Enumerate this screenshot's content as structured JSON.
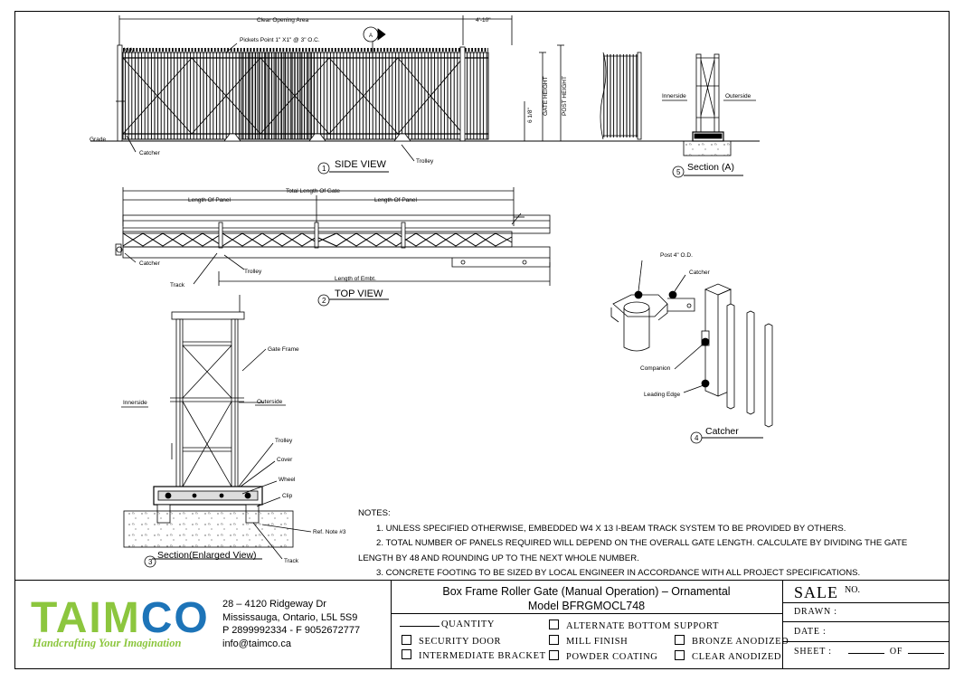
{
  "drawing": {
    "labels": {
      "clear_opening": "Clear Opening Area",
      "dim_4_10": "4'-10\"",
      "pickets": "Pickets Point 1\" X1\" @ 3\" O.C.",
      "gate_height": "GATE HEIGHT",
      "post_height": "POST HEIGHT",
      "dim_6_18": "6 1/8\"",
      "grade": "Grade",
      "catcher": "Catcher",
      "trolley": "Trolley",
      "side_view": "SIDE VIEW",
      "section_a": "Section (A)",
      "innerside": "Innerside",
      "outerside": "Outerside",
      "total_length": "Total Length Of Gate",
      "length_panel": "Length Of Panel",
      "track": "Track",
      "length_embt": "Length of Embt.",
      "top_view": "TOP VIEW",
      "gate_frame": "Gate Frame",
      "cover": "Cover",
      "wheel": "Wheel",
      "clip": "Clip",
      "ref_note": "Ref. Note #3",
      "section_enlarged": "Section(Enlarged View)",
      "post_od": "Post 4\" O.D.",
      "companion": "Companion",
      "leading_edge": "Leading Edge",
      "catcher_view": "Catcher",
      "marker_a": "A",
      "n1": "1",
      "n2": "2",
      "n3": "3",
      "n4": "4",
      "n5": "5"
    }
  },
  "notes": {
    "heading": "NOTES:",
    "n1": "1. UNLESS SPECIFIED OTHERWISE, EMBEDDED W4 X 13 I-BEAM TRACK SYSTEM TO BE PROVIDED BY OTHERS.",
    "n2a": "2. TOTAL NUMBER OF PANELS REQUIRED WILL DEPEND ON THE OVERALL GATE LENGTH. CALCULATE BY DIVIDING THE GATE",
    "n2b": "LENGTH BY 48 AND ROUNDING UP TO THE NEXT WHOLE NUMBER.",
    "n3": "3. CONCRETE FOOTING TO BE SIZED BY LOCAL ENGINEER IN ACCORDANCE WITH ALL PROJECT SPECIFICATIONS."
  },
  "titleblock": {
    "logo_a": "T",
    "logo_b": "AIM",
    "logo_c": "CO",
    "tagline": "Handcrafting Your Imagination",
    "address1": "28 – 4120 Ridgeway Dr",
    "address2": "Mississauga, Ontario, L5L 5S9",
    "phone": "P 2899992334 - F 9052672777",
    "email": "info@taimco.ca",
    "title": "Box Frame Roller Gate (Manual Operation) – Ornamental",
    "model": "Model BFRGMOCL748",
    "quantity": "QUANTITY",
    "security_door": "SECURITY DOOR",
    "intermediate_bracket": "INTERMEDIATE BRACKET",
    "alternate_bottom": "ALTERNATE BOTTOM SUPPORT",
    "mill_finish": "MILL FINISH",
    "powder_coating": "POWDER COATING",
    "bronze_anodized": "BRONZE ANODIZED",
    "clear_anodized": "CLEAR ANODIZED",
    "sale": "SALE",
    "no": "NO.",
    "drawn": "DRAWN :",
    "date": "DATE :",
    "sheet": "SHEET :",
    "of": "OF"
  }
}
